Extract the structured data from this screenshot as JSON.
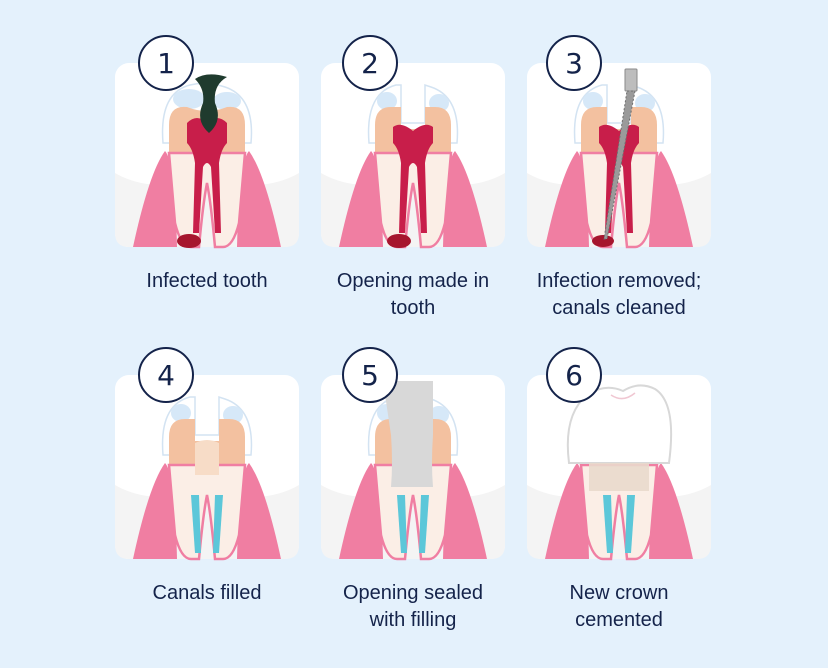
{
  "colors": {
    "background": "#e4f1fc",
    "card": "#ffffff",
    "gum": "#f07ea2",
    "enamel_tint": "#cfe3f6",
    "dentin": "#f3c1a0",
    "pulp_infected": "#c81e4a",
    "abscess": "#a6162e",
    "filling": "#5cc7d9",
    "sealant": "#d8d8d8",
    "text": "#14234a"
  },
  "steps": [
    {
      "number": "1",
      "caption_lines": [
        "Infected tooth"
      ],
      "icon": "infected-tooth-icon"
    },
    {
      "number": "2",
      "caption_lines": [
        "Opening made in",
        "tooth"
      ],
      "icon": "opened-tooth-icon"
    },
    {
      "number": "3",
      "caption_lines": [
        "Infection removed;",
        "canals cleaned"
      ],
      "icon": "root-canal-file-icon"
    },
    {
      "number": "4",
      "caption_lines": [
        "Canals filled"
      ],
      "icon": "filled-canals-icon"
    },
    {
      "number": "5",
      "caption_lines": [
        "Opening sealed",
        "with filling"
      ],
      "icon": "sealed-tooth-icon"
    },
    {
      "number": "6",
      "caption_lines": [
        "New crown",
        "cemented"
      ],
      "icon": "crowned-tooth-icon"
    }
  ]
}
